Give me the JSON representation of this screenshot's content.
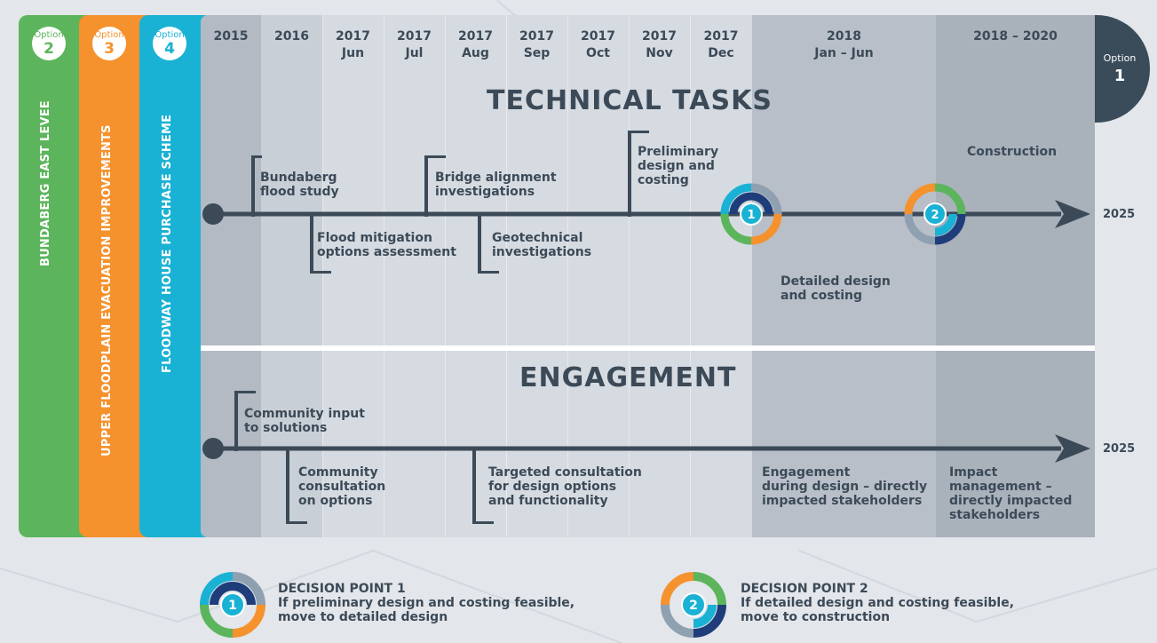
{
  "options": {
    "option2": {
      "word": "Option",
      "number": "2",
      "label": "BUNDABERG EAST LEVEE",
      "color": "#5cb55c"
    },
    "option3": {
      "word": "Option",
      "number": "3",
      "label": "UPPER FLOODPLAIN EVACUATION IMPROVEMENTS",
      "color": "#f5922e"
    },
    "option4": {
      "word": "Option",
      "number": "4",
      "label": "FLOODWAY HOUSE PURCHASE SCHEME",
      "color": "#1ab2d4"
    },
    "option1": {
      "word": "Option",
      "number": "1",
      "color": "#3a4b5a"
    }
  },
  "columns": [
    {
      "line1": "2015",
      "line2": ""
    },
    {
      "line1": "2016",
      "line2": ""
    },
    {
      "line1": "2017",
      "line2": "Jun"
    },
    {
      "line1": "2017",
      "line2": "Jul"
    },
    {
      "line1": "2017",
      "line2": "Aug"
    },
    {
      "line1": "2017",
      "line2": "Sep"
    },
    {
      "line1": "2017",
      "line2": "Oct"
    },
    {
      "line1": "2017",
      "line2": "Nov"
    },
    {
      "line1": "2017",
      "line2": "Dec"
    },
    {
      "line1": "2018",
      "line2": "Jan – Jun"
    },
    {
      "line1": "2018 – 2020",
      "line2": ""
    }
  ],
  "technical": {
    "title": "TECHNICAL TASKS",
    "end_year": "2025",
    "tasks": {
      "flood_study": "Bundaberg\nflood study",
      "mitigation": "Flood mitigation\noptions assessment",
      "bridge": "Bridge alignment\ninvestigations",
      "geotech": "Geotechnical\ninvestigations",
      "prelim": "Preliminary\ndesign and\ncosting",
      "detailed": "Detailed design\nand costing",
      "construction": "Construction"
    }
  },
  "engagement": {
    "title": "ENGAGEMENT",
    "end_year": "2025",
    "tasks": {
      "community_input": "Community input\nto solutions",
      "community_consult": "Community\nconsultation\non options",
      "targeted": "Targeted consultation\nfor design options\nand functionality",
      "during_design": "Engagement\nduring design – directly\nimpacted stakeholders",
      "impact": "Impact\nmanagement –\ndirectly impacted\nstakeholders"
    }
  },
  "decision_points": [
    {
      "number": "1",
      "title": "DECISION POINT 1",
      "desc": "If preliminary design and costing feasible,\nmove to detailed design"
    },
    {
      "number": "2",
      "title": "DECISION POINT 2",
      "desc": "If detailed design and costing feasible,\nmove to construction"
    }
  ],
  "colors": {
    "dark": "#3c4a58",
    "blue": "#1ab2d4",
    "green": "#5cb55c",
    "orange": "#f5922e",
    "navy": "#1e3d7a"
  }
}
